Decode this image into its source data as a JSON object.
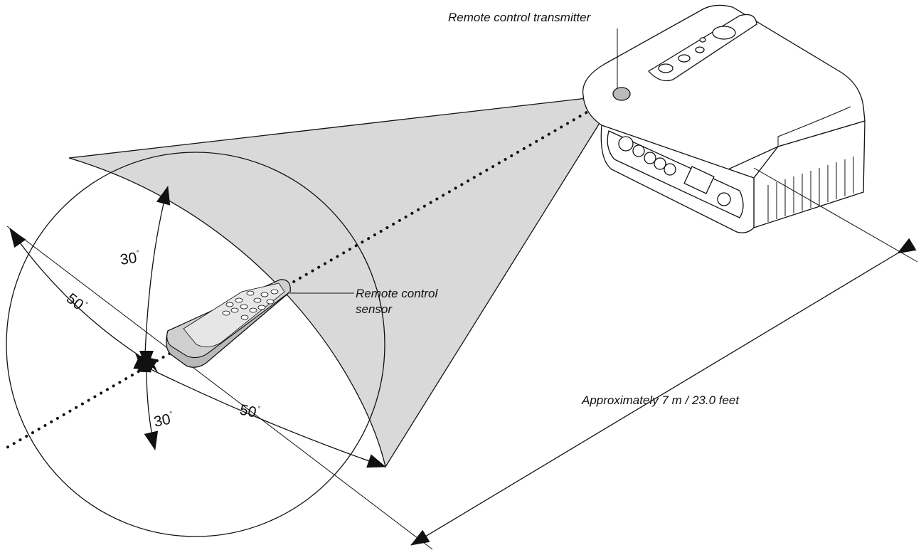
{
  "labels": {
    "transmitter": "Remote control transmitter",
    "sensor_line1": "Remote control",
    "sensor_line2": "sensor",
    "distance": "Approximately 7 m / 23.0 feet"
  },
  "angles": {
    "vertical_top": "30",
    "vertical_bottom": "30",
    "horizontal_left": "50",
    "horizontal_right": "50",
    "degree_mark": "°"
  },
  "colors": {
    "cone_fill": "#d9d9d9",
    "line": "#111111",
    "background": "#ffffff"
  }
}
